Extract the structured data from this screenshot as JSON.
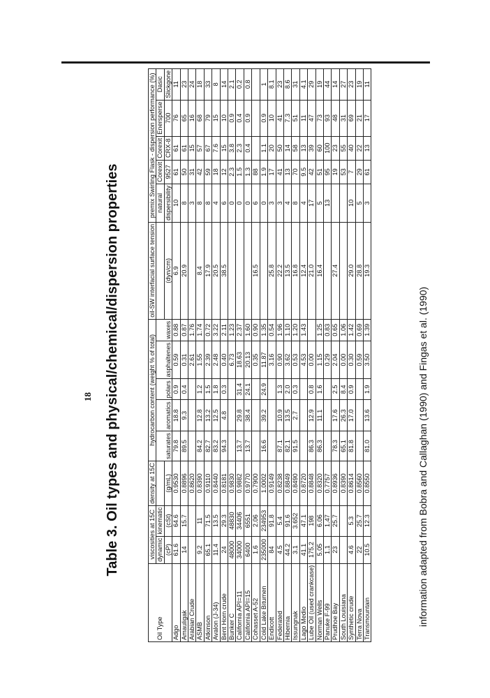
{
  "page_number": "18",
  "title": "Table 3.  Oil types and physical/chemical/dispersion properties",
  "caption": "information adapted from Bobra and Callaghan (1990) and Fingas et al. (1990)",
  "headers": {
    "row1": [
      "Oil Type",
      "viscosities at 15C",
      "density at 15C",
      "hydrocarbon content (weight % of total)",
      "oil-SW interfacial surface tension",
      "premix Swirling Flask - dispersion performance (%)"
    ],
    "row2": [
      "dynamic",
      "kinematic",
      "saturates",
      "aromatics",
      "polars",
      "asphaltenes",
      "waxes",
      "natural",
      "Corexit",
      "Corexit",
      "Enersperse",
      "Dasic"
    ],
    "row3": [
      "(cP)",
      "(cSt)",
      "(g/mL)",
      "(dyn/cm)",
      "dispersibility",
      "9527",
      "CRX-8",
      "700",
      "Slickgone"
    ]
  },
  "rows": [
    [
      "Adgo",
      "61.6",
      "64.6",
      "0.9530",
      "79.8",
      "18.8",
      "0.9",
      "0.59",
      "0.88",
      "6.9",
      "10",
      "61",
      "61",
      "76",
      "11"
    ],
    [
      "Amauligak",
      "14",
      "15.7",
      "0.8896",
      "89.5",
      "9.3",
      "0.4",
      "0.31",
      "0.87",
      "20.9",
      "8",
      "50",
      "61",
      "65",
      "23"
    ],
    [
      "Arabian Crude",
      "",
      "",
      "0.8620",
      "",
      "",
      "",
      "2.61",
      "1.76",
      "",
      "3",
      "31",
      "15",
      "16",
      "24"
    ],
    [
      "ASMB",
      "9.2",
      "11",
      "0.8390",
      "84.2",
      "12.8",
      "1.2",
      "1.55",
      "1.74",
      "8.4",
      "8",
      "42",
      "57",
      "68",
      "18"
    ],
    [
      "Atkinson",
      "65.1",
      "71.5",
      "0.9110",
      "82.7",
      "13.2",
      "1.5",
      "2.39",
      "0.72",
      "17.9",
      "8",
      "59",
      "67",
      "79",
      "33"
    ],
    [
      "Avalon (J-34)",
      "11.4",
      "13.5",
      "0.8440",
      "83.2",
      "12.5",
      "1.8",
      "2.48",
      "3.22",
      "20.5",
      "4",
      "18",
      "7.6",
      "15",
      "8"
    ],
    [
      "Bent Horn crude",
      "24",
      "29.3",
      "0.8181",
      "94.3",
      "4.8",
      "0.3",
      "0.40",
      "2.11",
      "38.5",
      "6",
      "12",
      "15",
      "10",
      "14"
    ],
    [
      "Bunker C",
      "48000",
      "48830",
      "0.9830",
      "",
      "",
      "",
      "6.73",
      "1.23",
      "",
      "0",
      "2.3",
      "3.8",
      "0.9",
      "2.1"
    ],
    [
      "California API=11",
      "34000",
      "34406",
      "0.9882",
      "13.7",
      "29.8",
      "31.4",
      "18.63",
      "2.37",
      "",
      "0",
      "1.5",
      "2.3",
      "0.4",
      "0.2"
    ],
    [
      "California API=15",
      "6400",
      "6551",
      "0.9770",
      "13.7",
      "38.4",
      "24.1",
      "20.13",
      "1.60",
      "",
      "0",
      "1.3",
      "0.4",
      "0.9",
      "0.8"
    ],
    [
      "Cohasset A-52",
      "1.6",
      "2.06",
      "0.7900",
      "",
      "",
      "",
      "0.35",
      "0.90",
      "16.5",
      "6",
      "88",
      "",
      "",
      ""
    ],
    [
      "Cold Lake Bitumen",
      "235000",
      "234953",
      "1.0002",
      "16.6",
      "39.2",
      "24.9",
      "11.87",
      "1.35",
      "",
      "0",
      "1.9",
      "1.1",
      "0.9",
      "1"
    ],
    [
      "Endicott",
      "84",
      "91.8",
      "0.9149",
      "",
      "",
      "",
      "3.16",
      "0.54",
      "25.8",
      "3",
      "17",
      "20",
      "10",
      "8.1"
    ],
    [
      "Federated",
      "4.5",
      "5.4",
      "0.8238",
      "87.1",
      "10.9",
      "1.3",
      "0.90",
      "1.96",
      "22.2",
      "3",
      "41",
      "50",
      "41",
      "23"
    ],
    [
      "Hibernia",
      "44.2",
      "91.6",
      "0.8849",
      "82.1",
      "13.5",
      "2.0",
      "3.62",
      "1.10",
      "13.5",
      "4",
      "13",
      "14",
      "7.3",
      "8.6"
    ],
    [
      "Issungnak",
      "3.1",
      "3.652",
      "0.8490",
      "91.5",
      "2.7",
      "0.3",
      "0.53",
      "1.20",
      "16.8",
      "8",
      "70",
      "58",
      "51",
      "31"
    ],
    [
      "Lago Medio",
      "41.1",
      "47.1",
      "0.8720",
      "",
      "",
      "",
      "4.53",
      "1.43",
      "12.4",
      "4",
      "9.5",
      "13",
      "11",
      "4.1"
    ],
    [
      "Lube Oil (used crankcase)",
      "175.2",
      "198",
      "0.8848",
      "86.3",
      "12.9",
      "0.8",
      "0.00",
      "",
      "21.0",
      "17",
      "42",
      "39",
      "47",
      "29"
    ],
    [
      "Norman Wells",
      "5.05",
      "6.06",
      "0.8320",
      "86.3",
      "11.1",
      "1.6",
      "1.15",
      "1.25",
      "16.4",
      "5",
      "51",
      "60",
      "73",
      "19"
    ],
    [
      "Panuke F-99",
      "1.1",
      "1.47",
      "0.7757",
      "",
      "",
      "",
      "0.29",
      "0.83",
      "",
      "13",
      "95",
      "100",
      "93",
      "44"
    ],
    [
      "Prudhoe Bay",
      "23",
      "25.7",
      "0.8936",
      "78.3",
      "17.6",
      "2.5",
      "2.04",
      "0.65",
      "27.4",
      "",
      "19",
      "23",
      "48",
      "14"
    ],
    [
      "South Louisiana",
      "",
      "",
      "0.8390",
      "65.1",
      "26.3",
      "8.4",
      "0.00",
      "1.06",
      "",
      "",
      "53",
      "55",
      "31",
      "27"
    ],
    [
      "Synthetic crude",
      "4.6",
      "5.3",
      "0.8614",
      "81.8",
      "17.0",
      "0.9",
      "0.30",
      "1.42",
      "29.0",
      "10",
      "7",
      "40",
      "69",
      "23"
    ],
    [
      "Terra Nova",
      "22",
      "25.7",
      "0.8560",
      "",
      "",
      "",
      "0.59",
      "0.69",
      "28.8",
      "5",
      "29",
      "22",
      "21",
      "19"
    ],
    [
      "Transmountain",
      "10.5",
      "12.3",
      "0.8550",
      "81.0",
      "13.6",
      "1.9",
      "3.50",
      "1.39",
      "19.3",
      "3",
      "61",
      "13",
      "17",
      "11"
    ]
  ]
}
